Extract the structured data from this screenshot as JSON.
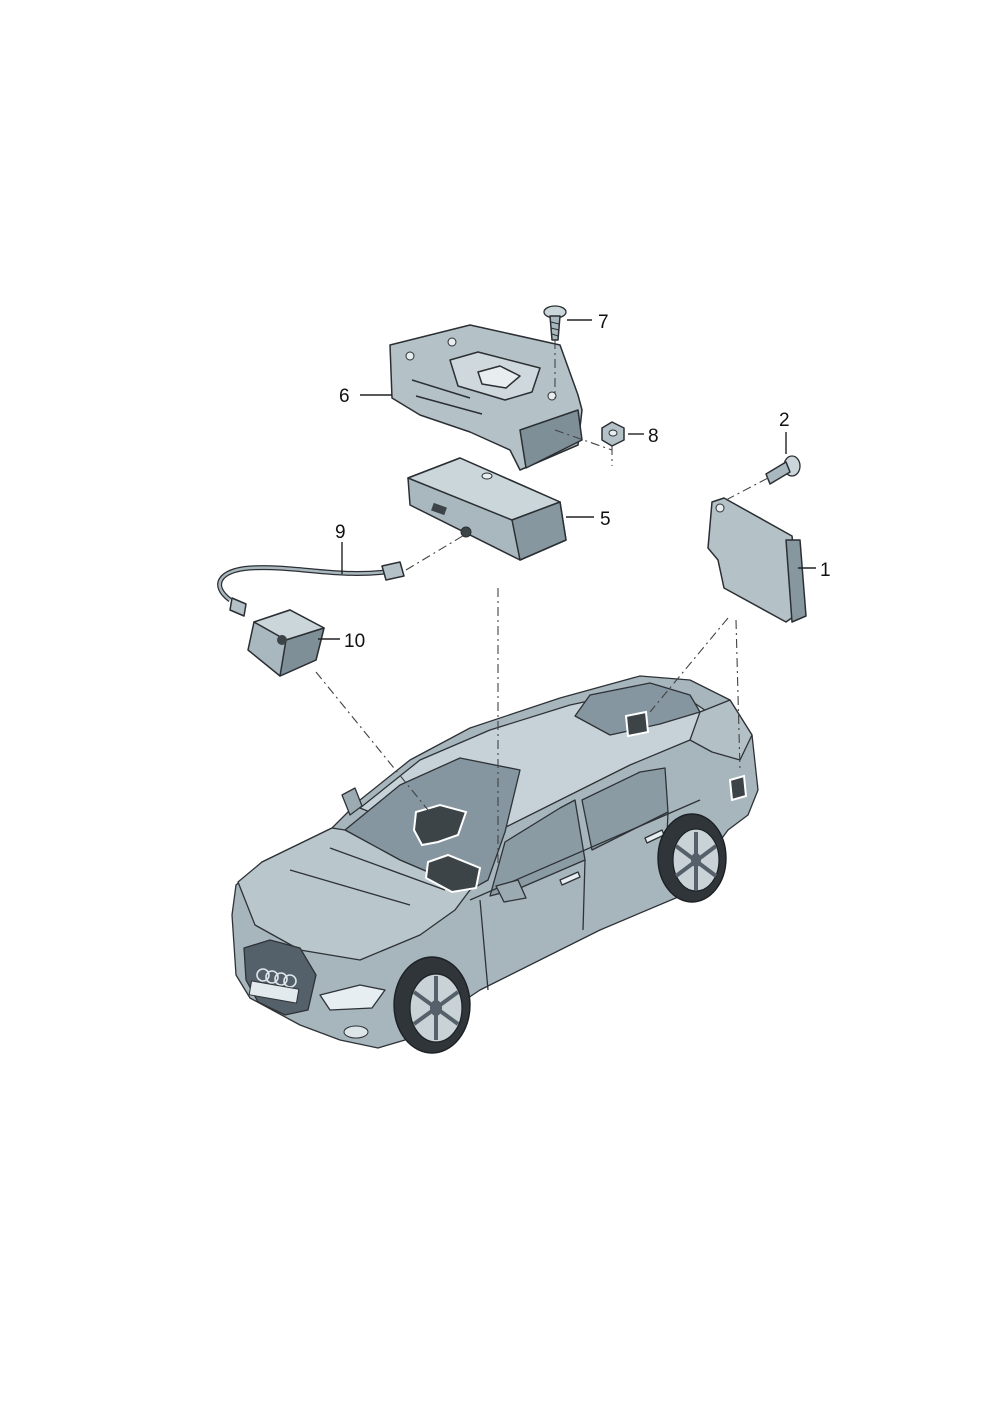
{
  "diagram": {
    "callouts": [
      {
        "id": "1",
        "label": "1"
      },
      {
        "id": "2",
        "label": "2"
      },
      {
        "id": "5",
        "label": "5"
      },
      {
        "id": "6",
        "label": "6"
      },
      {
        "id": "7",
        "label": "7"
      },
      {
        "id": "8",
        "label": "8"
      },
      {
        "id": "9",
        "label": "9"
      },
      {
        "id": "10",
        "label": "10"
      }
    ],
    "colors": {
      "part_fill": "#b4c2c8",
      "part_dark": "#7f8f97",
      "car_fill": "#a7b6bd",
      "car_light": "#d3dde1",
      "glass": "#8596a0",
      "highlight": "#3d4448"
    }
  }
}
